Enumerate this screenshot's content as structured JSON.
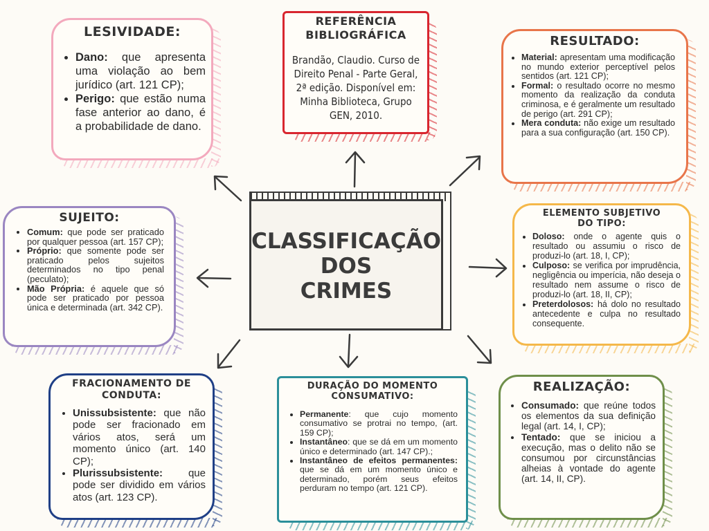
{
  "center": {
    "line1": "CLASSIFICAÇÃO",
    "line2": "DOS",
    "line3": "CRIMES"
  },
  "lesividade": {
    "title": "LESIVIDADE:",
    "items": [
      {
        "term": "Dano:",
        "text": " que apresenta uma violação ao bem jurídico (art. 121 CP);"
      },
      {
        "term": "Perigo:",
        "text": " que estão numa fase anterior ao dano, é a probabilidade de dano."
      }
    ]
  },
  "referencia": {
    "title1": "REFERÊNCIA",
    "title2": "BIBLIOGRÁFICA",
    "text": "Brandão, Claudio. Curso de Direito Penal - Parte Geral, 2ª edição. Disponível em: Minha Biblioteca, Grupo GEN, 2010."
  },
  "resultado": {
    "title": "RESULTADO:",
    "items": [
      {
        "term": "Material:",
        "text": " apresentam uma modificação no mundo exterior perceptível pelos sentidos (art. 121 CP);"
      },
      {
        "term": "Formal:",
        "text": " o resultado ocorre no mesmo momento da realização da conduta criminosa, e é geralmente um resultado de perigo (art. 291 CP);"
      },
      {
        "term": "Mera conduta:",
        "text": " não exige um resultado para a sua configuração (art. 150 CP)."
      }
    ]
  },
  "sujeito": {
    "title": "SUJEITO:",
    "items": [
      {
        "term": "Comum:",
        "text": " que pode ser praticado por qualquer pessoa (art. 157 CP);"
      },
      {
        "term": "Próprio:",
        "text": " que somente pode ser praticado pelos sujeitos determinados no tipo penal (peculato);"
      },
      {
        "term": "Mão Própria:",
        "text": " é aquele que só pode ser praticado por pessoa única e determinada (art. 342 CP)."
      }
    ]
  },
  "elemento": {
    "title1": "ELEMENTO SUBJETIVO",
    "title2": "DO TIPO:",
    "items": [
      {
        "term": "Doloso:",
        "text": " onde o agente quis o resultado ou assumiu o risco de produzi-lo (art. 18, I, CP);"
      },
      {
        "term": "Culposo:",
        "text": " se verifica por imprudência, negligência ou imperícia, não deseja o resultado nem assume o risco de produzi-lo (art. 18, II, CP);"
      },
      {
        "term": "Preterdolosos:",
        "text": " há dolo no resultado antecedente e culpa no resultado consequente."
      }
    ]
  },
  "fracionamento": {
    "title1": "FRACIONAMENTO DE",
    "title2": "CONDUTA:",
    "items": [
      {
        "term": "Unissubsistente:",
        "text": " que não pode ser fracionado em vários atos, será um momento único (art. 140 CP);"
      },
      {
        "term": "Plurissubsistente:",
        "text": " que pode ser dividido em vários atos (art. 123 CP)."
      }
    ]
  },
  "duracao": {
    "title1": "DURAÇÃO DO MOMENTO",
    "title2": "CONSUMATIVO:",
    "items": [
      {
        "term": "Permanente",
        "text": ": que cujo momento consumativo se protrai no tempo, (art. 159 CP);"
      },
      {
        "term": "Instantâneo",
        "text": ": que se dá em um momento único e determinado (art. 147 CP).;"
      },
      {
        "term": "Instantâneo de efeitos permanentes:",
        "text": " que se dá em um momento único e determinado, porém seus efeitos perduram no tempo (art. 121 CP)."
      }
    ]
  },
  "realizacao": {
    "title": "REALIZAÇÃO:",
    "items": [
      {
        "term": "Consumado:",
        "text": " que reúne todos os elementos da sua definição legal (art. 14, I, CP);"
      },
      {
        "term": "Tentado:",
        "text": " que se iniciou a execução, mas o delito não se consumou por circunstâncias alheias à vontade do agente (art. 14, II, CP)."
      }
    ]
  },
  "colors": {
    "pink": "#f3a9bd",
    "red": "#d8262f",
    "orange": "#e8754a",
    "purple": "#9a86c1",
    "yellow": "#f5b84a",
    "navy": "#1f3f86",
    "teal": "#2b8f9a",
    "green": "#6f8f4a"
  }
}
